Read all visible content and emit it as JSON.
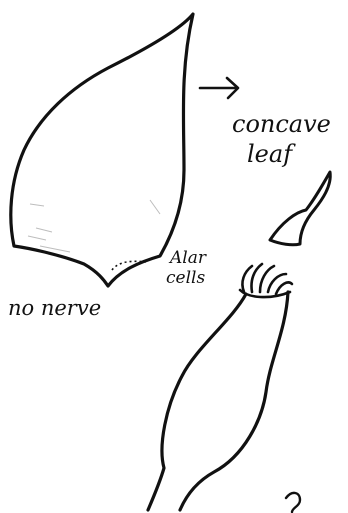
{
  "labels": {
    "concave": "concave",
    "leaf": "leaf",
    "alar": "Alar",
    "cells": "cells",
    "no_nerve": "no nerve"
  },
  "colors": {
    "ink": "#111111",
    "paper": "#ffffff"
  }
}
